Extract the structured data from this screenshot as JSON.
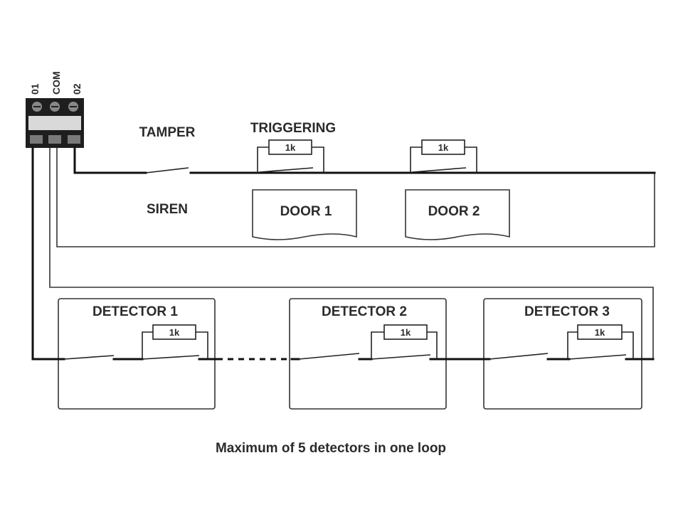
{
  "terminals": [
    "01",
    "COM",
    "02"
  ],
  "labels": {
    "tamper": "TAMPER",
    "triggering": "TRIGGERING",
    "siren": "SIREN",
    "door1": "DOOR 1",
    "door2": "DOOR 2",
    "detector1": "DETECTOR 1",
    "detector2": "DETECTOR 2",
    "detector3": "DETECTOR 3"
  },
  "resistors": {
    "door1": "1k",
    "door2": "1k",
    "detector1": "1k",
    "detector2": "1k",
    "detector3": "1k"
  },
  "caption": "Maximum of 5 detectors in one loop"
}
